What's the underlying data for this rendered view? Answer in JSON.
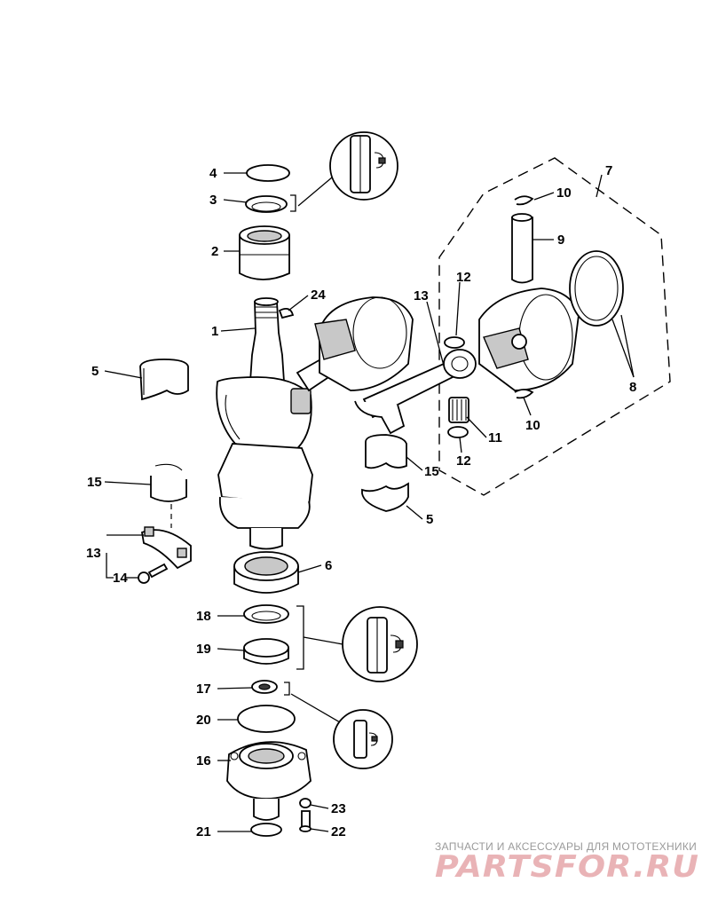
{
  "diagram": {
    "callouts": {
      "c1": "1",
      "c2": "2",
      "c3": "3",
      "c4": "4",
      "c5a": "5",
      "c5b": "5",
      "c6": "6",
      "c7": "7",
      "c8": "8",
      "c9": "9",
      "c10a": "10",
      "c10b": "10",
      "c11": "11",
      "c12a": "12",
      "c12b": "12",
      "c13a": "13",
      "c13b": "13",
      "c14": "14",
      "c15a": "15",
      "c15b": "15",
      "c16": "16",
      "c17": "17",
      "c18": "18",
      "c19": "19",
      "c20": "20",
      "c21": "21",
      "c22": "22",
      "c23": "23",
      "c24": "24"
    }
  },
  "watermark": {
    "tagline": "ЗАПЧАСТИ И АКСЕССУАРЫ ДЛЯ МОТОТЕХНИКИ",
    "logo": "PARTSFOR.RU"
  },
  "colors": {
    "ink": "#000000",
    "watermark_text": "#9a9a9a",
    "watermark_logo": "#e9b3b6"
  }
}
